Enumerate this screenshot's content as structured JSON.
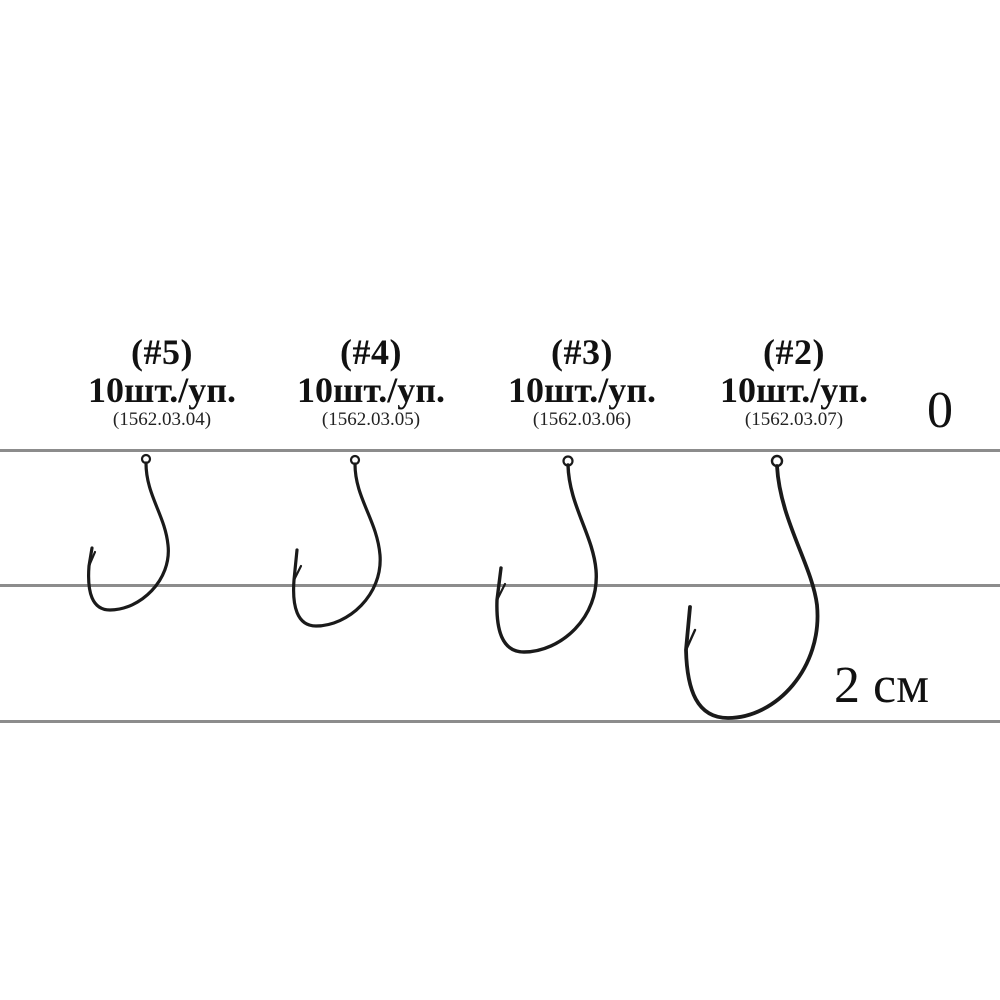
{
  "colors": {
    "scale_line": "#8c8c8c",
    "hook": "#1a1a1a",
    "text": "#111111"
  },
  "hooks": [
    {
      "size": "(#5)",
      "pack": "10шт./уп.",
      "code": "(1562.03.04)"
    },
    {
      "size": "(#4)",
      "pack": "10шт./уп.",
      "code": "(1562.03.05)"
    },
    {
      "size": "(#3)",
      "pack": "10шт./уп.",
      "code": "(1562.03.06)"
    },
    {
      "size": "(#2)",
      "pack": "10шт./уп.",
      "code": "(1562.03.07)"
    }
  ],
  "scale": {
    "zero_label": "0",
    "two_label": "2 см"
  }
}
